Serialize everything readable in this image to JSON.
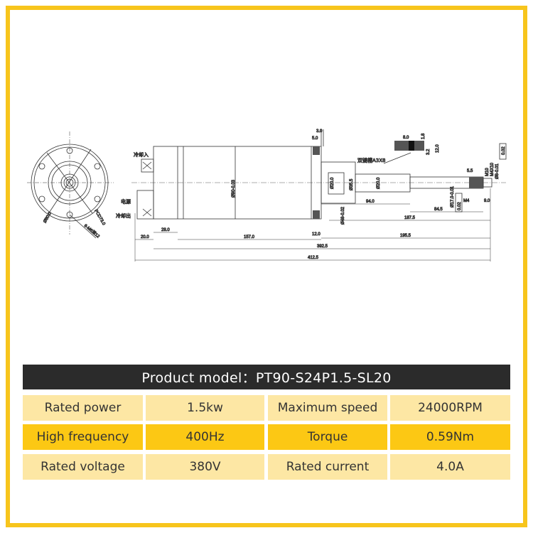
{
  "drawing": {
    "labels_cn": {
      "cooling_in": "冷却入",
      "power": "电源",
      "cooling_out": "冷却出",
      "keyway": "双键槽A3X8"
    },
    "end_view": {
      "dia1": "Ø80.0",
      "pcd": "PCD73.0",
      "holes": "6-M6深12"
    },
    "dims": {
      "d3": "3.0",
      "d5": "5.0",
      "d8": "8.0",
      "d18": "1.8",
      "d12": "12.0",
      "d32": "3.2",
      "body_dia": "Ø90-0.03",
      "d20": "Ø20.0",
      "d355": "Ø35.5",
      "d20b": "Ø20.0",
      "d48": "Ø48-0.02",
      "d94": "94.0",
      "d845": "84.5",
      "d1875": "187.5",
      "d1955": "195.5",
      "d3925": "392.5",
      "d4125": "412.5",
      "d28": "28.0",
      "d20l": "20.0",
      "d157": "157.0",
      "d12b": "12.0",
      "d55": "5.5",
      "m10": "M10",
      "d9": "9.0",
      "m4": "M4",
      "d17": "Ø17.0-0.01",
      "d002a": "0.02",
      "d002b": "0.02",
      "m4x10": "M4X10",
      "d8b": "Ø8-0.01"
    }
  },
  "table": {
    "title": "Product model：PT90-S24P1.5-SL20",
    "rows": [
      {
        "label1": "Rated power",
        "value1": "1.5kw",
        "label2": "Maximum speed",
        "value2": "24000RPM"
      },
      {
        "label1": "High frequency",
        "value1": "400Hz",
        "label2": "Torque",
        "value2": "0.59Nm"
      },
      {
        "label1": "Rated voltage",
        "value1": "380V",
        "label2": "Rated current",
        "value2": "4.0A"
      }
    ]
  },
  "colors": {
    "frame": "#f7c51c",
    "header": "#2b2b2b",
    "light": "#fde7a4",
    "dark": "#fcc814"
  }
}
